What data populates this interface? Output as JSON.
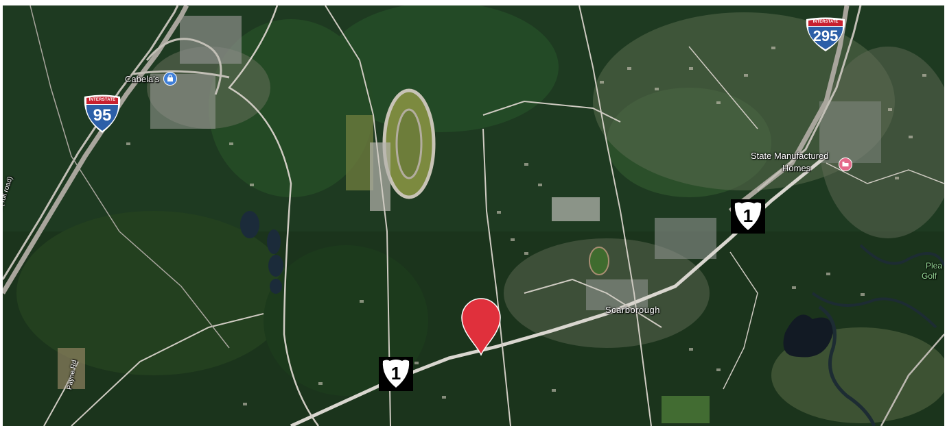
{
  "map": {
    "places": {
      "cabelas": "Cabela's",
      "state_manufactured_line1": "State Manufactured",
      "state_manufactured_line2": "Homes",
      "scarborough": "Scarborough",
      "golf_line1": "Plea",
      "golf_line2": "Golf",
      "turnpike": "Turnpike (Toll road)",
      "payne_rd": "Payne Rd"
    },
    "shields": {
      "i95": {
        "banner": "INTERSTATE",
        "number": "95"
      },
      "i295": {
        "banner": "INTERSTATE",
        "number": "295"
      },
      "us1_left": {
        "number": "1"
      },
      "us1_right": {
        "number": "1"
      }
    },
    "icons": {
      "cabelas": "shopping-bag-icon",
      "state_manufactured": "home-icon",
      "marker": "location-pin-icon"
    },
    "colors": {
      "forest": "#1f3a22",
      "road": "#d9d6cf",
      "pin": "#e0303c",
      "interstate_blue": "#2c5fa8",
      "interstate_red": "#c8202f",
      "shopping_poi": "#3f7fd9",
      "lodging_poi": "#e46a8a",
      "water": "#1b2b3a"
    }
  }
}
